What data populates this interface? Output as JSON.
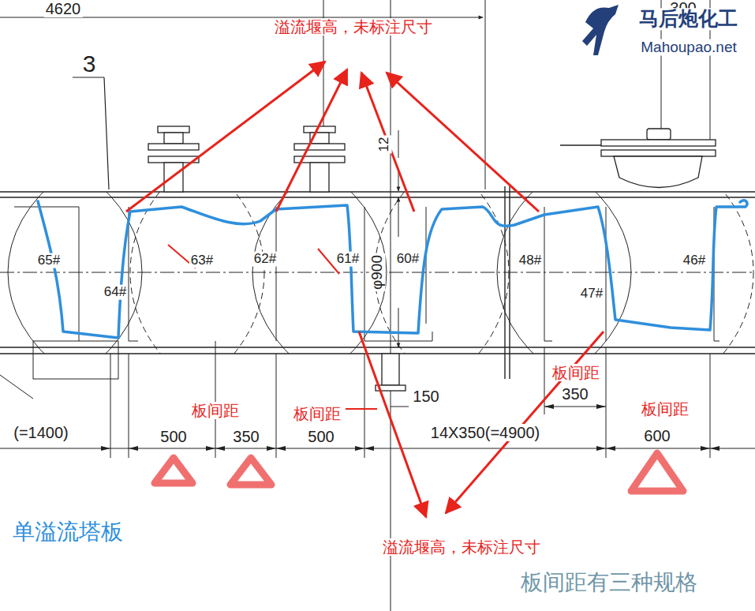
{
  "diagram": {
    "labels": [
      "4620",
      "300",
      "马后炮化工",
      "Mahoupao.net",
      "溢流堰高，未标注尺寸",
      "3",
      "12",
      "65#",
      "64#",
      "63#",
      "62#",
      "61#",
      "60#",
      "48#",
      "47#",
      "46#",
      "φ900",
      "150",
      "板间距",
      "350",
      "板间距",
      "板间距",
      "板间距",
      "(=1400)",
      "500",
      "350",
      "500",
      "14X350(=4900)",
      "600",
      "溢流堰高，未标注尺寸",
      "单溢流塔板",
      "板间距有三种规格"
    ]
  }
}
